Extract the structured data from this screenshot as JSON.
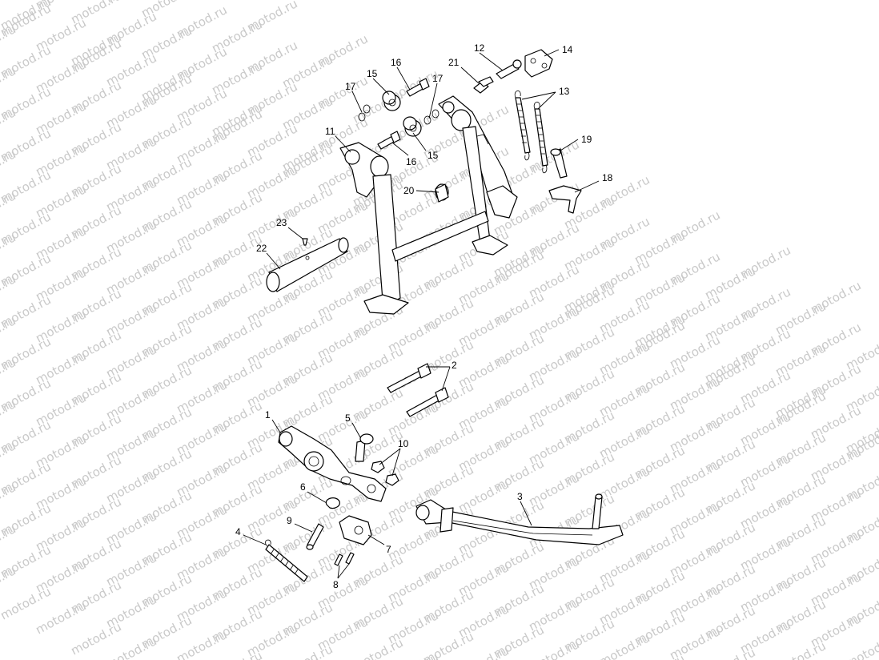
{
  "watermark": {
    "text": "motod.ru",
    "color": "#c9c9c9"
  },
  "callouts": {
    "c1": "1",
    "c2": "2",
    "c3": "3",
    "c4": "4",
    "c5": "5",
    "c6": "6",
    "c7": "7",
    "c8": "8",
    "c9": "9",
    "c10": "10",
    "c11": "11",
    "c12": "12",
    "c13": "13",
    "c14": "14",
    "c15a": "15",
    "c15b": "15",
    "c16a": "16",
    "c16b": "16",
    "c17a": "17",
    "c17b": "17",
    "c18": "18",
    "c19": "19",
    "c20": "20",
    "c21": "21",
    "c22": "22",
    "c23": "23"
  }
}
